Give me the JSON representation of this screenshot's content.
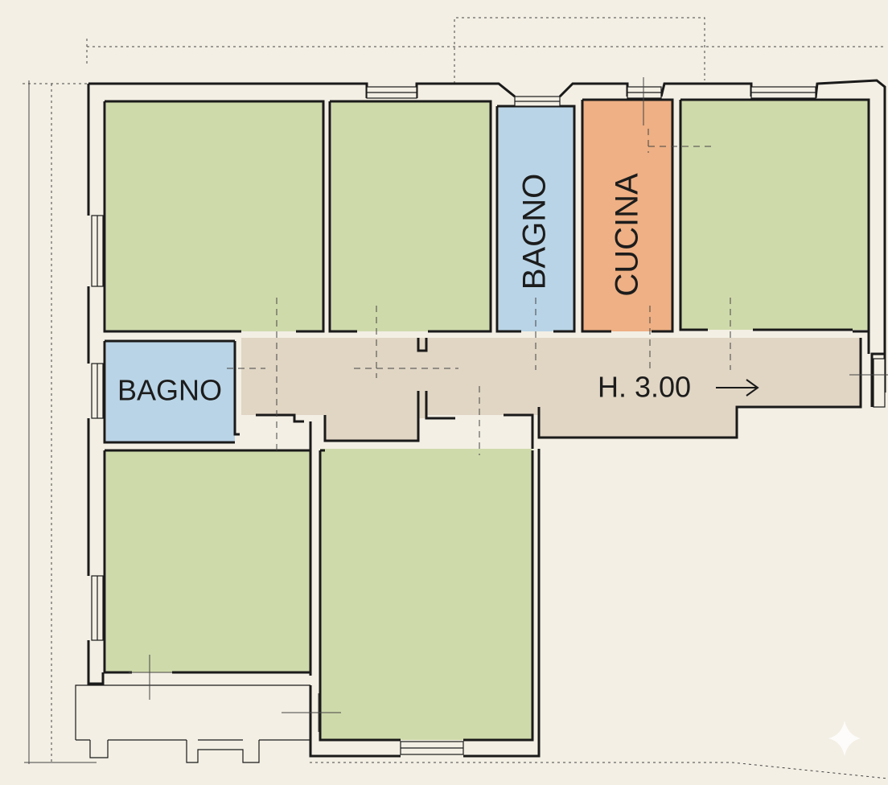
{
  "plan": {
    "labels": {
      "bath_vertical": "BAGNO",
      "kitchen": "CUCINA",
      "bath_left": "BAGNO",
      "height_note": "H. 3.00"
    },
    "colors": {
      "background": "#f3efe4",
      "room": "#cfdaab",
      "bath": "#b9d4e6",
      "kitchen": "#eeb084",
      "corridor": "#e1d6c4",
      "wall": "#1a1a1a",
      "guide": "#444444"
    }
  }
}
